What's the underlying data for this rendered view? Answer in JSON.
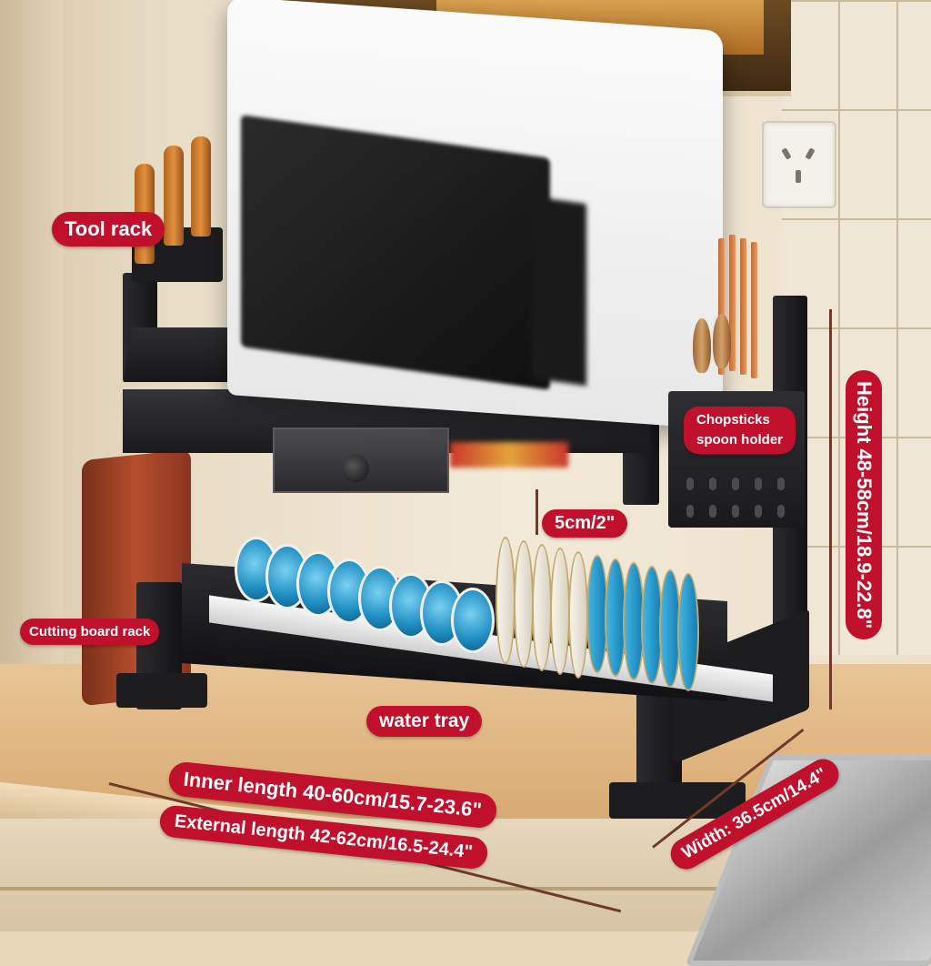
{
  "callouts": {
    "tool_rack": "Tool rack",
    "chopsticks_line1": "Chopsticks",
    "chopsticks_line2": "spoon holder",
    "drawer_gap": "5cm/2\"",
    "cutting_board_rack": "Cutting board rack",
    "water_tray": "water tray",
    "height": "Height 48-58cm/18.9-22.8\"",
    "inner_length": "Inner length 40-60cm/15.7-23.6\"",
    "external_length": "External length 42-62cm/16.5-24.4\"",
    "width": "Width: 36.5cm/14.4\""
  },
  "colors": {
    "label_bg": "#c0102c",
    "label_text": "#ffffff",
    "rack": "#1d1d1f",
    "counter": "#dcb07a"
  }
}
